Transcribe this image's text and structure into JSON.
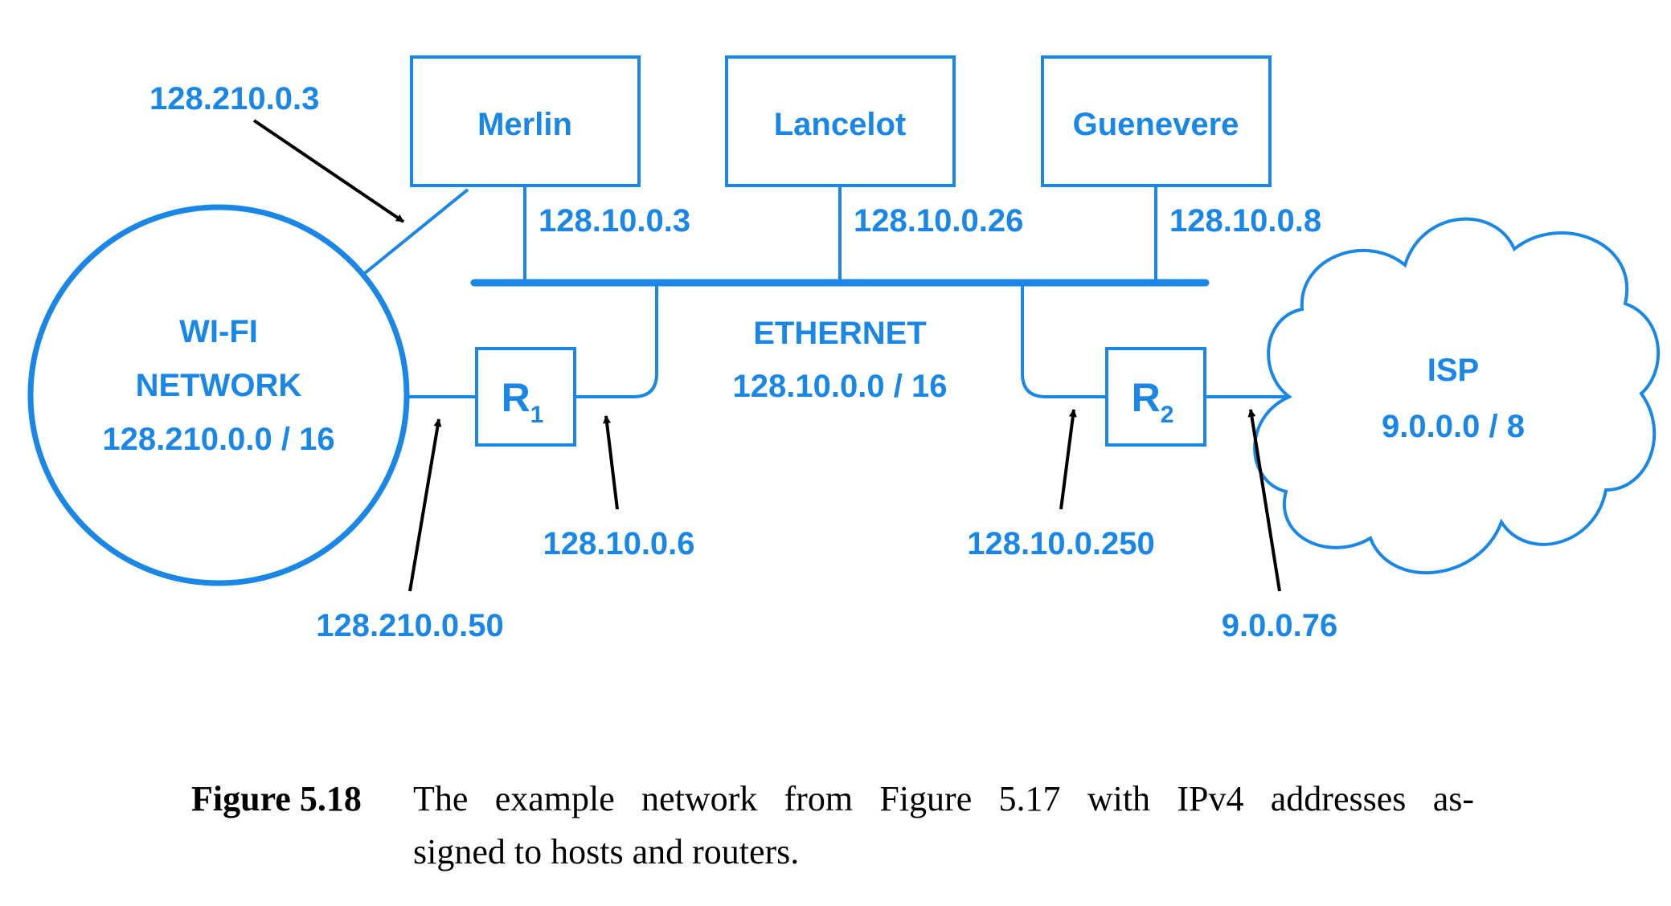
{
  "colors": {
    "accent": "#1a87e6",
    "arrow": "#000000"
  },
  "hosts": [
    {
      "name": "Merlin",
      "address": "128.10.0.3"
    },
    {
      "name": "Lancelot",
      "address": "128.10.0.26"
    },
    {
      "name": "Guenevere",
      "address": "128.10.0.8"
    }
  ],
  "merlin_wifi_address": "128.210.0.3",
  "wifi": {
    "line1": "WI-FI",
    "line2": "NETWORK",
    "prefix": "128.210.0.0 / 16"
  },
  "ethernet": {
    "label": "ETHERNET",
    "prefix": "128.10.0.0 / 16"
  },
  "isp": {
    "label": "ISP",
    "prefix": "9.0.0.0 / 8"
  },
  "router1": {
    "letter": "R",
    "sub": "1",
    "wifi_address": "128.210.0.50",
    "ethernet_address": "128.10.0.6"
  },
  "router2": {
    "letter": "R",
    "sub": "2",
    "ethernet_address": "128.10.0.250",
    "isp_address": "9.0.0.76"
  },
  "caption": {
    "label": "Figure 5.18",
    "line1": "The example network from Figure 5.17 with IPv4 addresses as-",
    "line2": "signed to hosts and routers."
  }
}
